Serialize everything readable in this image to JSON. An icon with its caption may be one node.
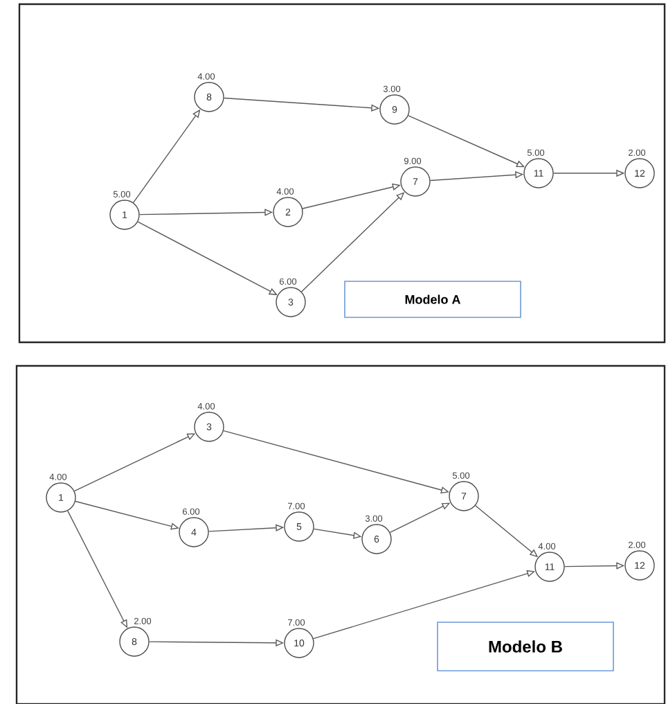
{
  "diagram": {
    "nodes": [
      {
        "text": [
          "1"
        ],
        "beside": [
          "5.00"
        ]
      },
      {
        "text": [
          "8"
        ],
        "beside": [
          "4.00"
        ]
      },
      {
        "text": [
          "2"
        ],
        "beside": [
          "4.00"
        ]
      },
      {
        "text": [
          "3"
        ],
        "beside": [
          "6.00"
        ]
      },
      {
        "text": [
          "9"
        ],
        "beside": [
          "3.00"
        ]
      },
      {
        "text": [
          "7"
        ],
        "beside": [
          "9.00"
        ]
      },
      {
        "text": [
          "11"
        ],
        "beside": [
          "5.00"
        ]
      },
      {
        "text": [
          "12"
        ],
        "beside": [
          "2.00"
        ]
      },
      {
        "text": [
          "Modelo A"
        ]
      },
      {
        "text": [
          "1"
        ],
        "beside": [
          "4.00"
        ]
      },
      {
        "text": [
          "3"
        ],
        "beside": [
          "4.00"
        ]
      },
      {
        "text": [
          "4"
        ],
        "beside": [
          "6.00"
        ]
      },
      {
        "text": [
          "5"
        ],
        "beside": [
          "7.00"
        ]
      },
      {
        "text": [
          "6"
        ],
        "beside": [
          "3.00"
        ]
      },
      {
        "text": [
          "7"
        ],
        "beside": [
          "5.00"
        ]
      },
      {
        "text": [
          "11"
        ],
        "beside": [
          "4.00"
        ]
      },
      {
        "text": [
          "12"
        ],
        "beside": [
          "2.00"
        ]
      },
      {
        "text": [
          "8"
        ],
        "beside": [
          "2.00"
        ]
      },
      {
        "text": [
          "10"
        ],
        "beside": [
          "7.00"
        ]
      },
      {
        "text": [
          "Modelo B"
        ]
      }
    ],
    "edges": [
      {
        "from": 0,
        "to": 1,
        "arrow": "to"
      },
      {
        "from": 0,
        "to": 2,
        "arrow": "to"
      },
      {
        "from": 0,
        "to": 3,
        "arrow": "to"
      },
      {
        "from": 1,
        "to": 4,
        "arrow": "to"
      },
      {
        "from": 2,
        "to": 5,
        "arrow": "to"
      },
      {
        "from": 3,
        "to": 5,
        "arrow": "to"
      },
      {
        "from": 4,
        "to": 6,
        "arrow": "to"
      },
      {
        "from": 5,
        "to": 6,
        "arrow": "to"
      },
      {
        "from": 6,
        "to": 7,
        "arrow": "to"
      },
      {
        "from": 9,
        "to": 10,
        "arrow": "to"
      },
      {
        "from": 9,
        "to": 11,
        "arrow": "to"
      },
      {
        "from": 9,
        "to": 17,
        "arrow": "to"
      },
      {
        "from": 10,
        "to": 14,
        "arrow": "to"
      },
      {
        "from": 11,
        "to": 12,
        "arrow": "to"
      },
      {
        "from": 12,
        "to": 13,
        "arrow": "to"
      },
      {
        "from": 13,
        "to": 14,
        "arrow": "to"
      },
      {
        "from": 14,
        "to": 15,
        "arrow": "to"
      },
      {
        "from": 17,
        "to": 18,
        "arrow": "to"
      },
      {
        "from": 18,
        "to": 15,
        "arrow": "to"
      },
      {
        "from": 15,
        "to": 16,
        "arrow": "to"
      }
    ]
  }
}
